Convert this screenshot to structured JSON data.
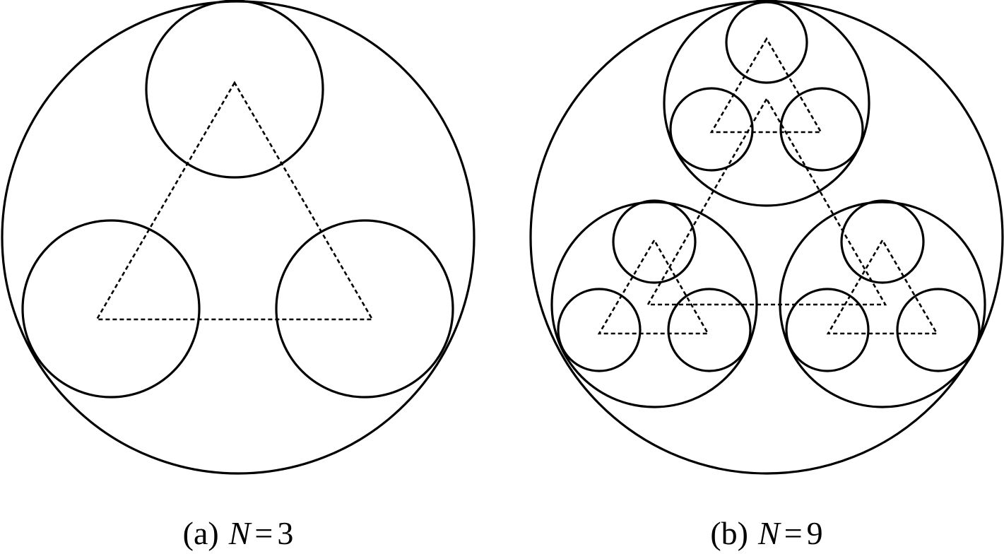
{
  "panels": [
    {
      "tag": "(a)",
      "variable": "N",
      "equals": "=",
      "value": "3"
    },
    {
      "tag": "(b)",
      "variable": "N",
      "equals": "=",
      "value": "9"
    }
  ],
  "colors": {
    "stroke": "#000000",
    "background": "#ffffff"
  }
}
